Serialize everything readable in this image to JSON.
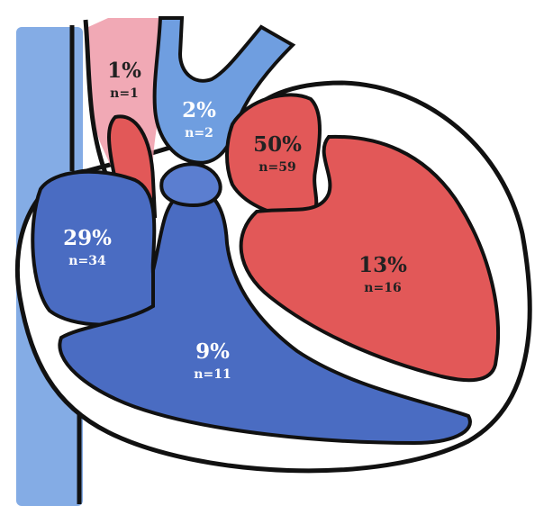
{
  "colors": {
    "venous_blue": "#4a6cc2",
    "vessel_blue": "#6f9ee0",
    "arterial_red": "#e25858",
    "aorta_pink": "#ef9aa8",
    "outline": "#111111",
    "label_light": "#ffffff",
    "label_dark": "#222222"
  },
  "regions": [
    {
      "id": "aorta",
      "percent": "1%",
      "count": "n=1"
    },
    {
      "id": "pulmonary-artery",
      "percent": "2%",
      "count": "n=2"
    },
    {
      "id": "left-atrium",
      "percent": "50%",
      "count": "n=59"
    },
    {
      "id": "right-atrium",
      "percent": "29%",
      "count": "n=34"
    },
    {
      "id": "left-ventricle",
      "percent": "13%",
      "count": "n=16"
    },
    {
      "id": "right-ventricle",
      "percent": "9%",
      "count": "n=11"
    }
  ]
}
